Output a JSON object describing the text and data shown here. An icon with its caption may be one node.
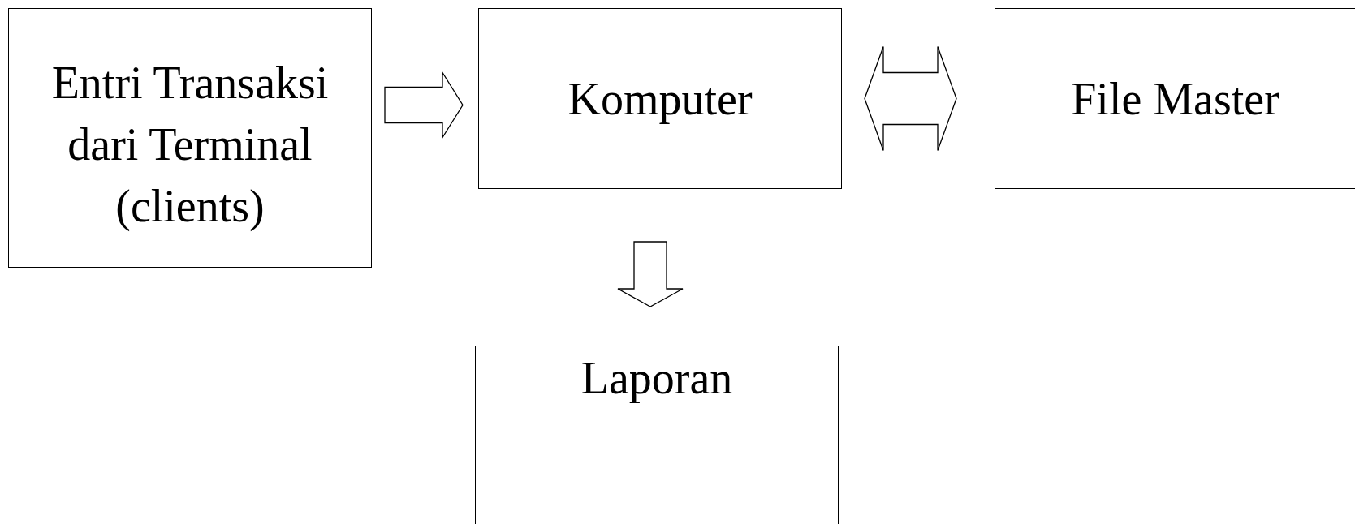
{
  "diagram": {
    "nodes": [
      {
        "text": [
          "Entri Transaksi dari Terminal (clients)"
        ]
      },
      {
        "text": [
          "Komputer"
        ]
      },
      {
        "text": [
          "File Master"
        ]
      },
      {
        "text": [
          "Laporan"
        ]
      }
    ],
    "edges": [
      {
        "from": 0,
        "to": 1,
        "arrow": "to"
      },
      {
        "from": 1,
        "to": 2,
        "arrow": "both"
      },
      {
        "from": 1,
        "to": 3,
        "arrow": "to"
      }
    ]
  }
}
